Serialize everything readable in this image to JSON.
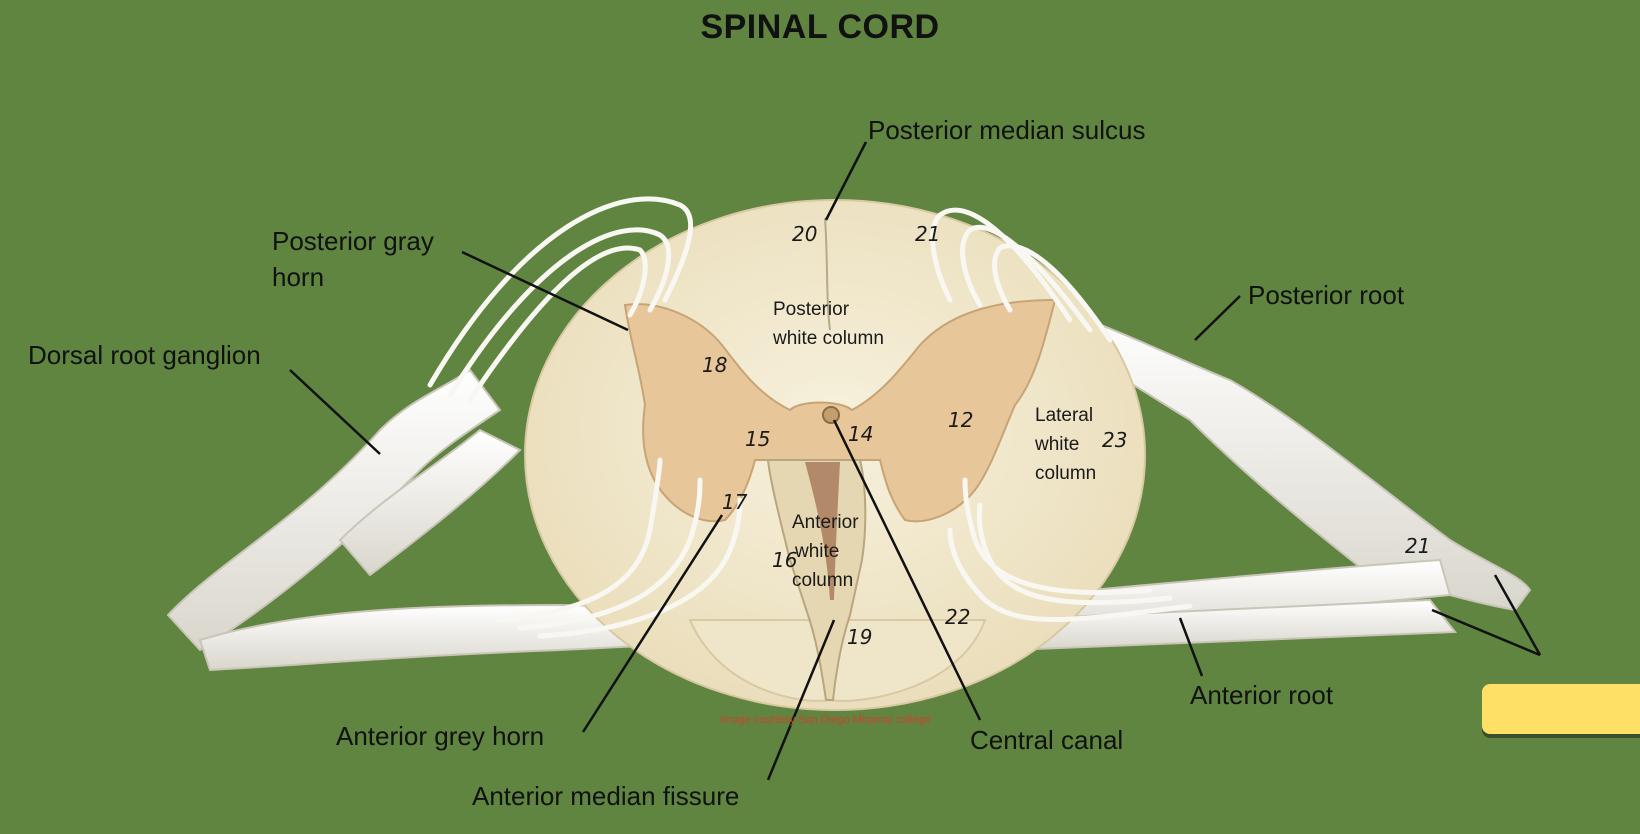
{
  "title": "SPINAL CORD",
  "labels": {
    "posterior_median_sulcus": "Posterior median sulcus",
    "posterior_gray_horn_line1": "Posterior gray",
    "posterior_gray_horn_line2": "horn",
    "dorsal_root_ganglion": "Dorsal root ganglion",
    "posterior_root": "Posterior root",
    "anterior_root": "Anterior root",
    "central_canal": "Central canal",
    "anterior_grey_horn": "Anterior grey  horn",
    "anterior_median_fissure": "Anterior median fissure"
  },
  "inner_labels": {
    "posterior_white_column_line1": "Posterior",
    "posterior_white_column_line2": "white column",
    "lateral_white_column_line1": "Lateral",
    "lateral_white_column_line2": "white",
    "lateral_white_column_line3": "column",
    "anterior_white_column_line1": "Anterior",
    "anterior_white_column_line2": "white",
    "anterior_white_column_line3": "column"
  },
  "model_numbers": {
    "n20": "20",
    "n21_top": "21",
    "n18": "18",
    "n15": "15",
    "n14": "14",
    "n12": "12",
    "n23": "23",
    "n17": "17",
    "n16": "16",
    "n19": "19",
    "n22": "22",
    "n21_root": "21"
  },
  "credit": "Image courtesy San Diego Miramar college",
  "colors": {
    "background": "#5f8540",
    "white_matter": "#f1e8cf",
    "gray_matter": "#e7c69a",
    "nerve": "#f3f1ea",
    "sticky_note": "#ffe066"
  }
}
